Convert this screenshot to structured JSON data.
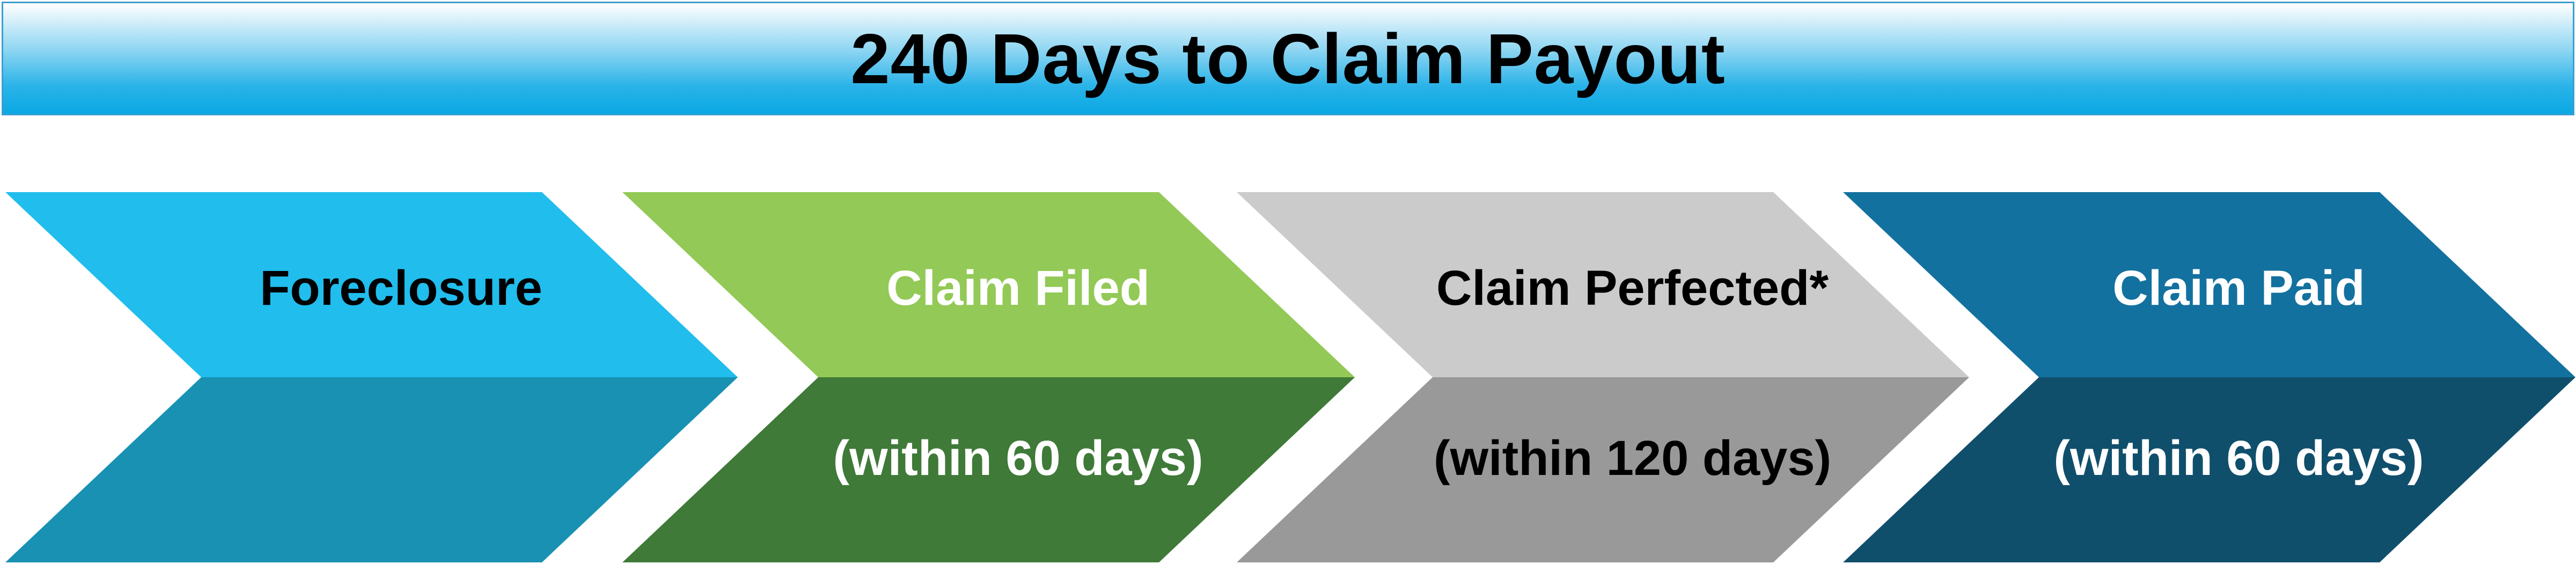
{
  "title": "240 Days to Claim Payout",
  "steps": [
    {
      "label": "Foreclosure",
      "detail": "",
      "top_color": "#21bded",
      "bottom_color": "#1891b3",
      "label_color": "#000000",
      "detail_color": "#ffffff"
    },
    {
      "label": "Claim Filed",
      "detail": "(within 60 days)",
      "top_color": "#93c956",
      "bottom_color": "#3f7a38",
      "label_color": "#ffffff",
      "detail_color": "#ffffff"
    },
    {
      "label": "Claim Perfected*",
      "detail": "(within 120 days)",
      "top_color": "#cbcbcb",
      "bottom_color": "#989998",
      "label_color": "#000000",
      "detail_color": "#000000"
    },
    {
      "label": "Claim Paid",
      "detail": "(within 60 days)",
      "top_color": "#13719f",
      "bottom_color": "#104f6c",
      "label_color": "#ffffff",
      "detail_color": "#ffffff"
    }
  ]
}
